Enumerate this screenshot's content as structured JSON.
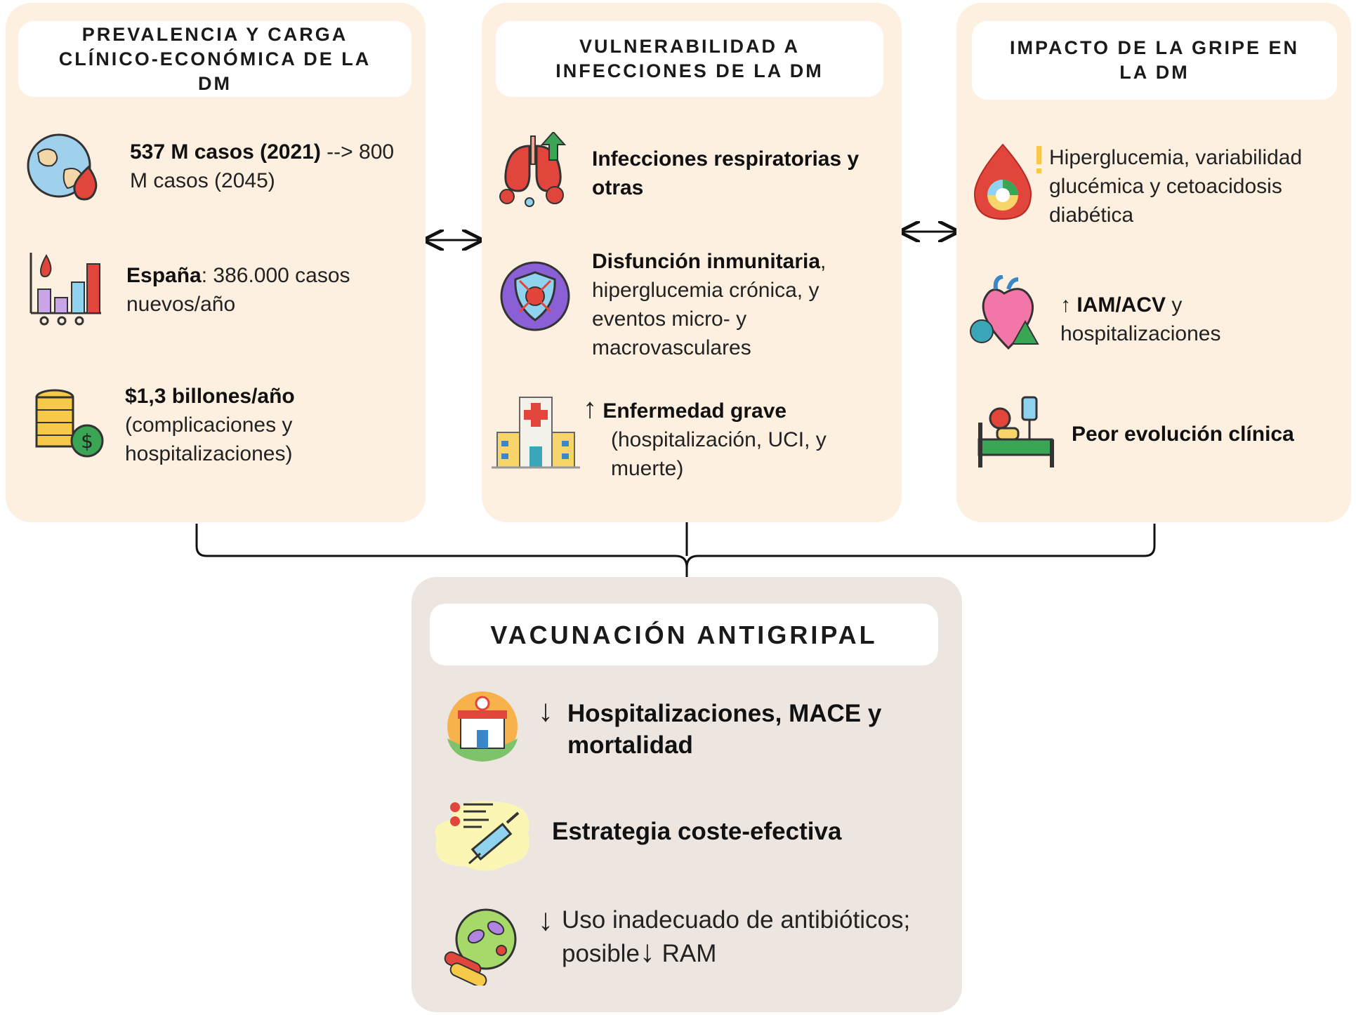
{
  "panels": {
    "prevalence": {
      "title": "PREVALENCIA Y CARGA CLÍNICO-ECONÓMICA DE LA DM",
      "items": [
        {
          "strong": "537 M casos (2021)",
          "rest": " --> 800 M casos (2045)"
        },
        {
          "strong": "España",
          "rest": ": 386.000 casos nuevos/año"
        },
        {
          "strong": "$1,3 billones/año",
          "rest": "(complicaciones y hospitalizaciones)"
        }
      ]
    },
    "vulnerability": {
      "title": "VULNERABILIDAD A INFECCIONES DE LA DM",
      "items": [
        {
          "strong": "Infecciones respiratorias y otras",
          "rest": ""
        },
        {
          "strong": "Disfunción inmunitaria",
          "rest": ", hiperglucemia crónica, y eventos micro- y macrovasculares"
        },
        {
          "arrow": "↑",
          "strong": "Enfermedad grave",
          "rest": "(hospitalización, UCI, y muerte)"
        }
      ]
    },
    "impact": {
      "title": "IMPACTO DE LA GRIPE EN LA DM",
      "items": [
        {
          "strong": "",
          "rest": "Hiperglucemia, variabilidad glucémica y cetoacidosis diabética"
        },
        {
          "arrow": "↑",
          "strong": "IAM/ACV",
          "rest": " y hospitalizaciones"
        },
        {
          "strong": "Peor evolución clínica",
          "rest": ""
        }
      ]
    },
    "vaccination": {
      "title": "VACUNACIÓN ANTIGRIPAL",
      "items": [
        {
          "arrow": "↓",
          "strong": "Hospitalizaciones, MACE y mortalidad",
          "rest": ""
        },
        {
          "strong": "Estrategia coste-efectiva",
          "rest": ""
        },
        {
          "arrow": "↓",
          "rest_a": "Uso inadecuado de antibióticos;",
          "rest_b": "posible ",
          "arrow2": "↓",
          "rest_c": " RAM"
        }
      ]
    }
  },
  "icons": [
    "globe-blood-icon",
    "bar-chart-blood-icon",
    "coins-dollar-icon",
    "lungs-virus-icon",
    "virus-shield-icon",
    "hospital-building-icon",
    "blood-drop-alert-icon",
    "heart-virus-icon",
    "hospital-bed-icon",
    "clinic-icon",
    "syringe-checklist-icon",
    "bacteria-pills-icon"
  ],
  "colors": {
    "panel": "#fdf0e0",
    "panel_bottom": "#ede6e0",
    "header": "#ffffff"
  }
}
